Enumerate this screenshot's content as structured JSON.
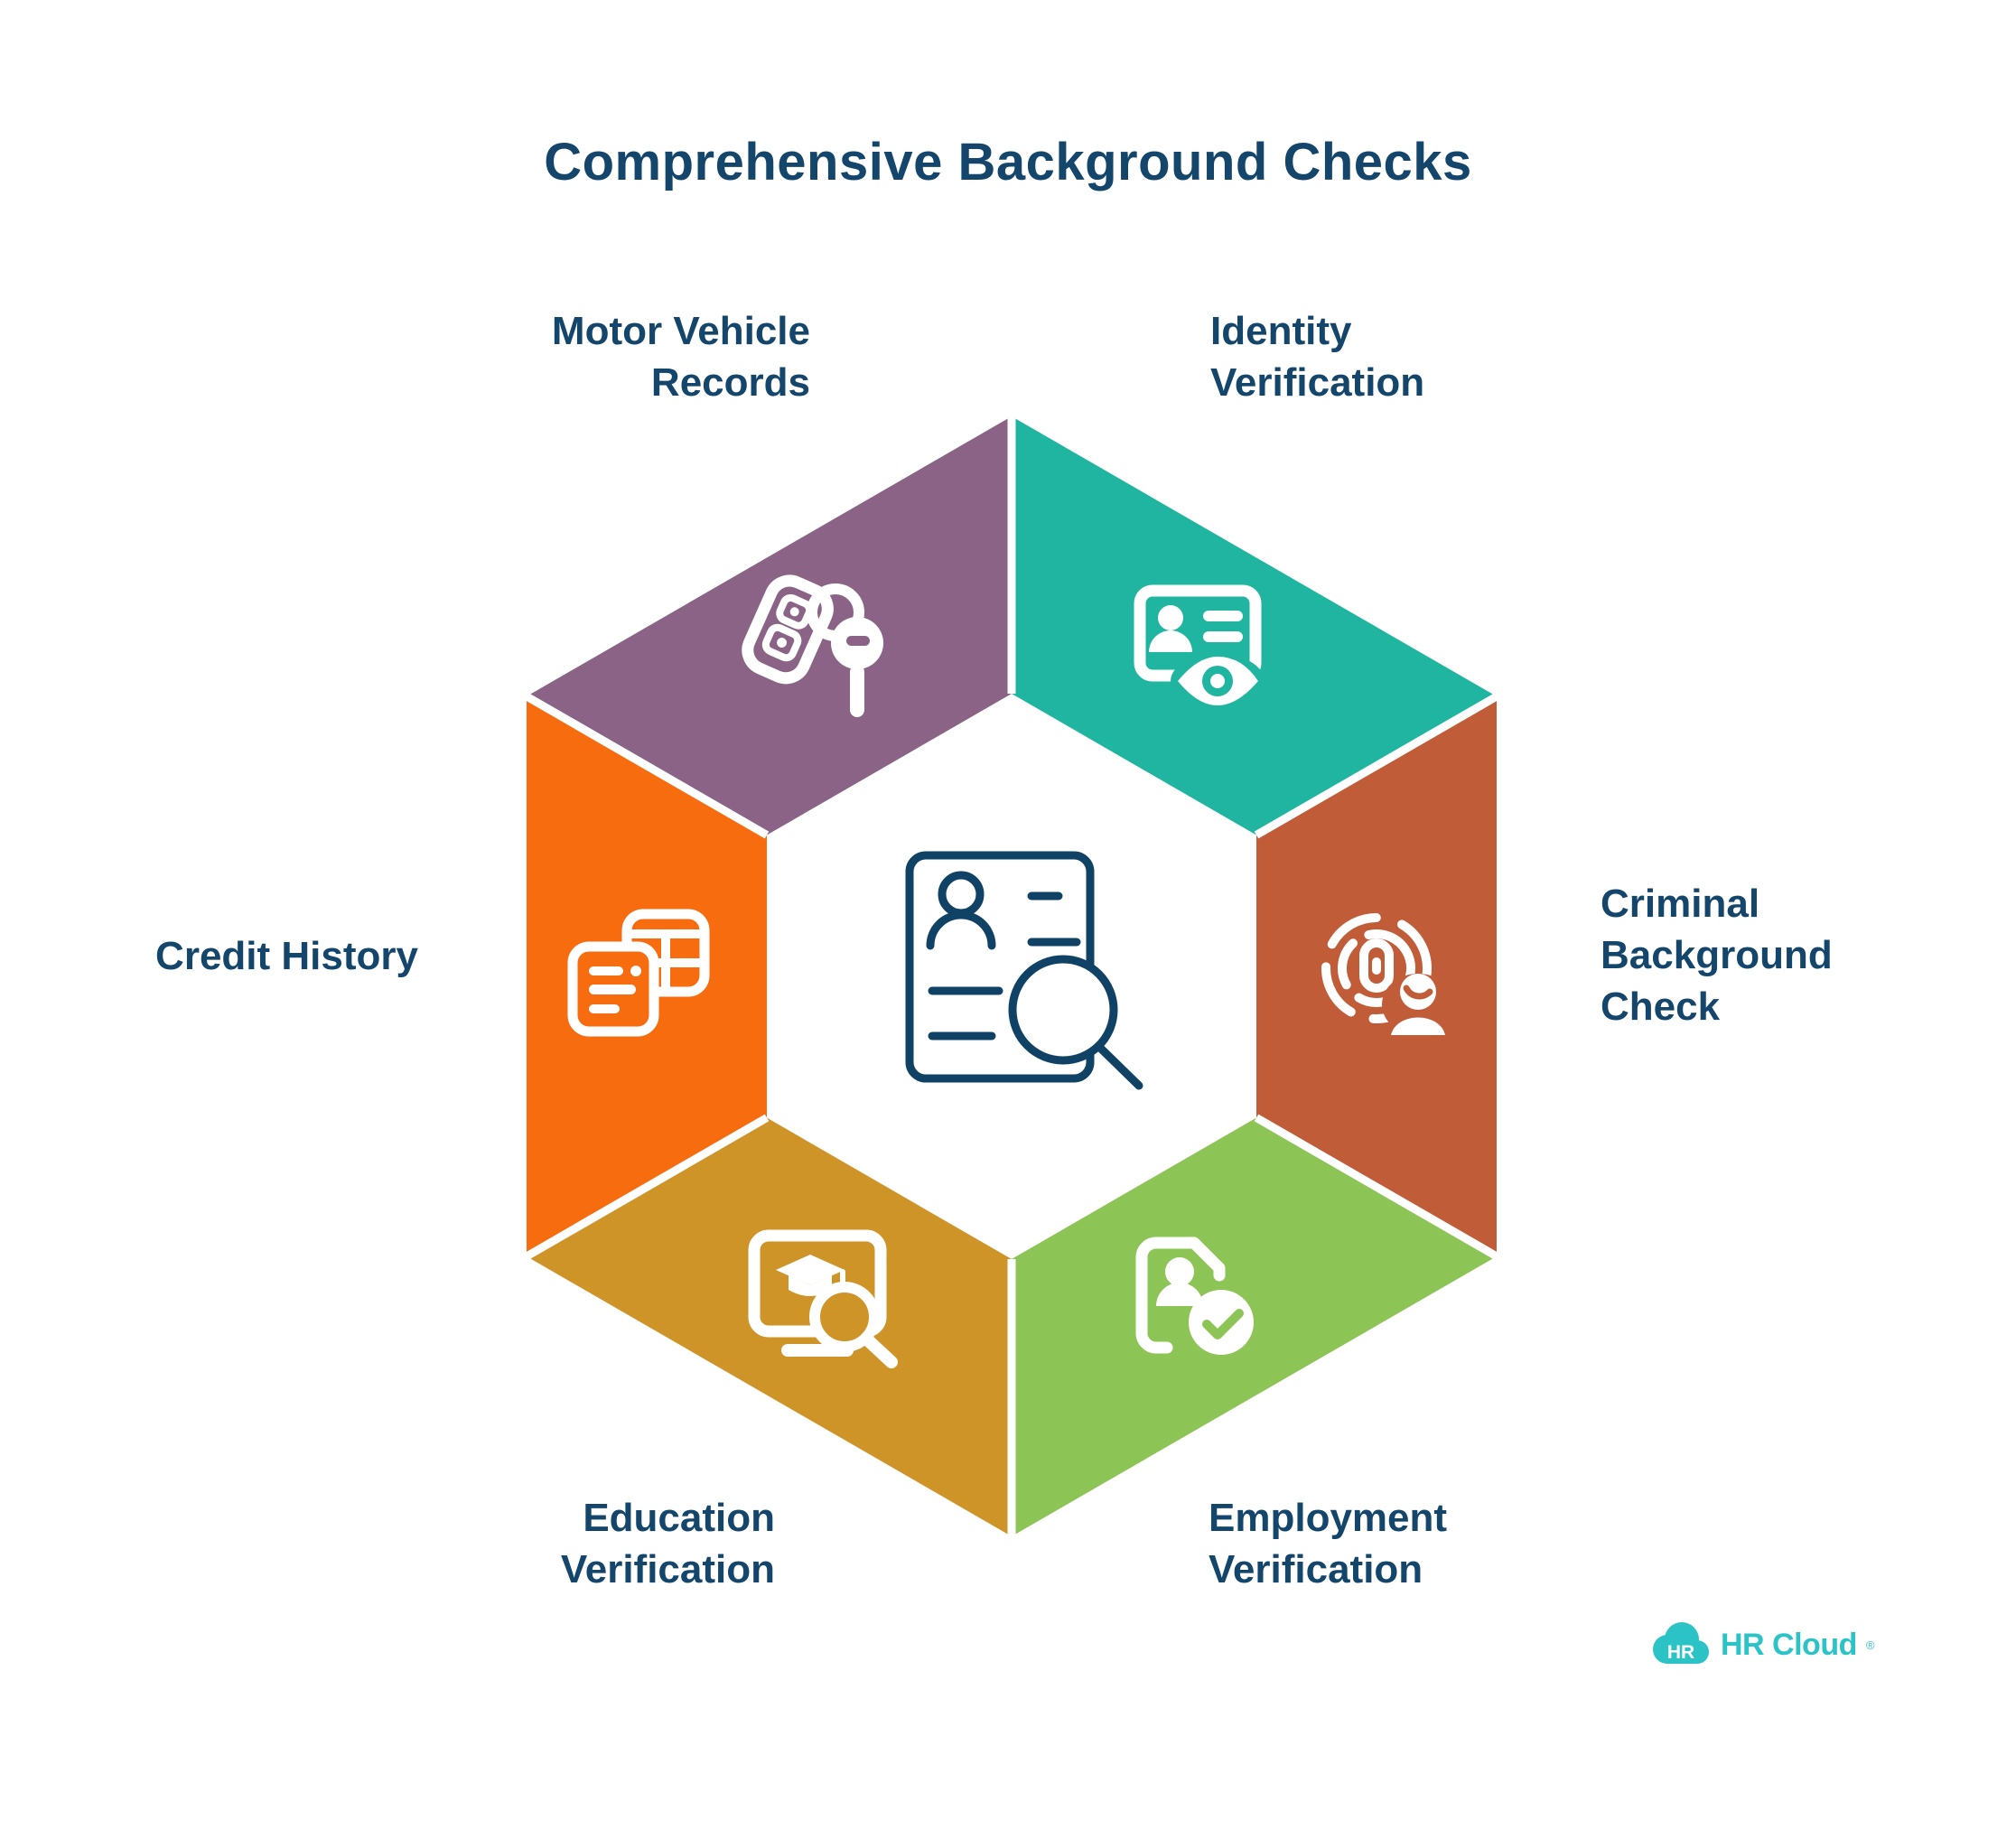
{
  "title": "Comprehensive Background Checks",
  "colors": {
    "label_text": "#14466B",
    "separator": "#FFFFFF",
    "background": "#FFFFFF"
  },
  "segments": [
    {
      "id": "motor-vehicle-records",
      "lines": [
        "Motor Vehicle",
        "Records"
      ],
      "color": "#8A6386",
      "icon": "car-keys-icon"
    },
    {
      "id": "identity-verification",
      "lines": [
        "Identity",
        "Verification"
      ],
      "color": "#20B5A1",
      "icon": "id-card-eye-icon"
    },
    {
      "id": "criminal-background-check",
      "lines": [
        "Criminal",
        "Background",
        "Check"
      ],
      "color": "#C15C38",
      "icon": "fingerprint-person-icon"
    },
    {
      "id": "employment-verification",
      "lines": [
        "Employment",
        "Verification"
      ],
      "color": "#8CC455",
      "icon": "person-document-check-icon"
    },
    {
      "id": "education-verification",
      "lines": [
        "Education",
        "Verification"
      ],
      "color": "#CE9428",
      "icon": "monitor-graduation-search-icon"
    },
    {
      "id": "credit-history",
      "lines": [
        "Credit History"
      ],
      "color": "#F66C0E",
      "icon": "credit-documents-icon"
    }
  ],
  "center": {
    "icon": "resume-search-icon",
    "color": "#0F4264"
  },
  "logo": {
    "badge": "HR",
    "name": "HR Cloud",
    "registered": "®",
    "color": "#2BC3C5"
  }
}
